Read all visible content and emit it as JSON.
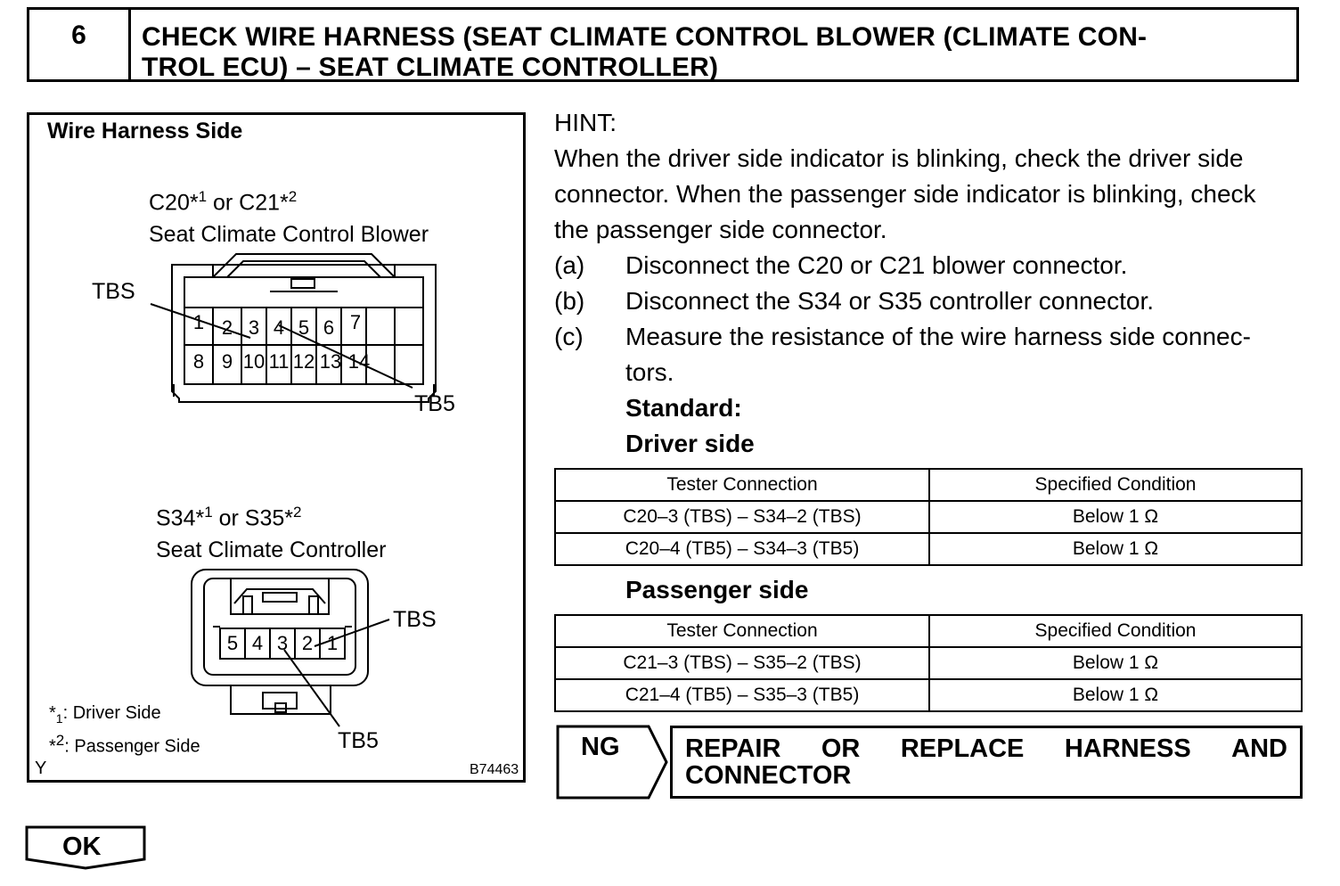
{
  "header": {
    "step_number": "6",
    "title_line1": "CHECK WIRE HARNESS (SEAT CLIMATE CONTROL BLOWER (CLIMATE CON-",
    "title_line2": "TROL ECU) – SEAT CLIMATE CONTROLLER)"
  },
  "diagram": {
    "title": "Wire Harness Side",
    "connector1": {
      "id_a": "C20*",
      "sup_a": "1",
      "or": " or C21*",
      "sup_b": "2",
      "name": "Seat Climate Control Blower",
      "pins_row1": [
        "1",
        "2",
        "3",
        "4",
        "5",
        "6",
        "7"
      ],
      "pins_row2": [
        "8",
        "9",
        "10",
        "11",
        "12",
        "13",
        "14"
      ],
      "label_tbs": "TBS",
      "label_tb5": "TB5"
    },
    "connector2": {
      "id_a": "S34*",
      "sup_a": "1",
      "or": " or S35*",
      "sup_b": "2",
      "name": "Seat Climate Controller",
      "pins": [
        "5",
        "4",
        "3",
        "2",
        "1"
      ],
      "label_tbs": "TBS",
      "label_tb5": "TB5"
    },
    "footnote1_star": "*",
    "footnote1_sub": "1",
    "footnote1_text": ": Driver Side",
    "footnote2_star": "*",
    "footnote2_sup": "2",
    "footnote2_text": ": Passenger Side",
    "corner_left": "Y",
    "corner_right": "B74463"
  },
  "hint": {
    "heading": "HINT:",
    "line1": "When the driver side indicator is blinking, check the driver side",
    "line2": "connector. When the passenger side indicator is blinking, check",
    "line3": "the passenger side connector."
  },
  "steps": [
    {
      "key": "(a)",
      "text": "Disconnect the C20 or C21 blower connector."
    },
    {
      "key": "(b)",
      "text": "Disconnect the S34 or S35 controller connector."
    },
    {
      "key": "(c)",
      "text": "Measure the resistance of the wire harness side connec-",
      "text2": "tors."
    }
  ],
  "standard_label": "Standard:",
  "driver": {
    "label": "Driver side",
    "headers": [
      "Tester Connection",
      "Specified Condition"
    ],
    "rows": [
      [
        "C20–3 (TBS) – S34–2 (TBS)",
        "Below 1 Ω"
      ],
      [
        "C20–4 (TB5) – S34–3 (TB5)",
        "Below 1 Ω"
      ]
    ]
  },
  "passenger": {
    "label": "Passenger side",
    "headers": [
      "Tester Connection",
      "Specified Condition"
    ],
    "rows": [
      [
        "C21–3 (TBS) – S35–2 (TBS)",
        "Below 1 Ω"
      ],
      [
        "C21–4 (TB5) – S35–3 (TB5)",
        "Below 1 Ω"
      ]
    ]
  },
  "ng": {
    "label": "NG",
    "action_words": [
      "REPAIR",
      "OR",
      "REPLACE",
      "HARNESS",
      "AND"
    ],
    "action_line2": "CONNECTOR"
  },
  "ok": {
    "label": "OK"
  }
}
